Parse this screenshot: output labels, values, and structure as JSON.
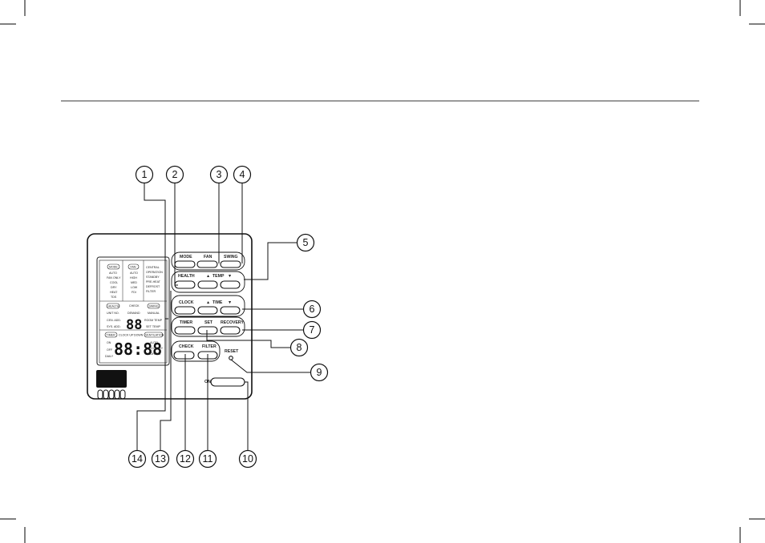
{
  "lcd": {
    "mode_badge": "MODE",
    "mode_items": [
      "AUTO",
      "FAN ONLY",
      "COOL",
      "DRY",
      "HEAT",
      "TDS"
    ],
    "fan_badge": "FAN",
    "fan_items": [
      "AUTO",
      "HIGH",
      "MED",
      "LOW",
      "FDI"
    ],
    "status_items": [
      "CENTRAL",
      "OPERATION",
      "STANDBY",
      "PRE-HEAT",
      "DEFROST",
      "FILTER"
    ],
    "health_badge": "HEALTH",
    "health_items": [
      "UNIT NO.",
      "CEN. ADD.",
      "SYS. ADD."
    ],
    "check_label": "CHECK",
    "demand_label": "DEMAND",
    "temp_digits": "88",
    "swing_badge": "SWING",
    "swing_items": [
      "MANUAL",
      "ROOM TEMP",
      "SET TEMP"
    ],
    "timer_badge": "TIMER",
    "clock_label": "CLOCK UP",
    "down_label": "DOWN",
    "timer_items": [
      "ON",
      "OFF",
      "DAILY"
    ],
    "clock_digits": "88:88",
    "vent_badge": "VENTILATION",
    "vent_items": [
      "AUTO",
      "RECOVERY",
      "NORMAL"
    ]
  },
  "buttons": {
    "mode": "MODE",
    "fan": "FAN",
    "swing": "SWING",
    "health": "HEALTH",
    "temp": "TEMP",
    "clock": "CLOCK",
    "time": "TIME",
    "timer": "TIMER",
    "set": "SET",
    "recovery": "RECOVERY",
    "check": "CHECK",
    "filter": "FILTER",
    "reset": "RESET",
    "onoff": "ON/OFF",
    "arrow_up": "▲",
    "arrow_down": "▼"
  },
  "callouts": [
    "1",
    "2",
    "3",
    "4",
    "5",
    "6",
    "7",
    "8",
    "9",
    "10",
    "11",
    "12",
    "13",
    "14"
  ]
}
